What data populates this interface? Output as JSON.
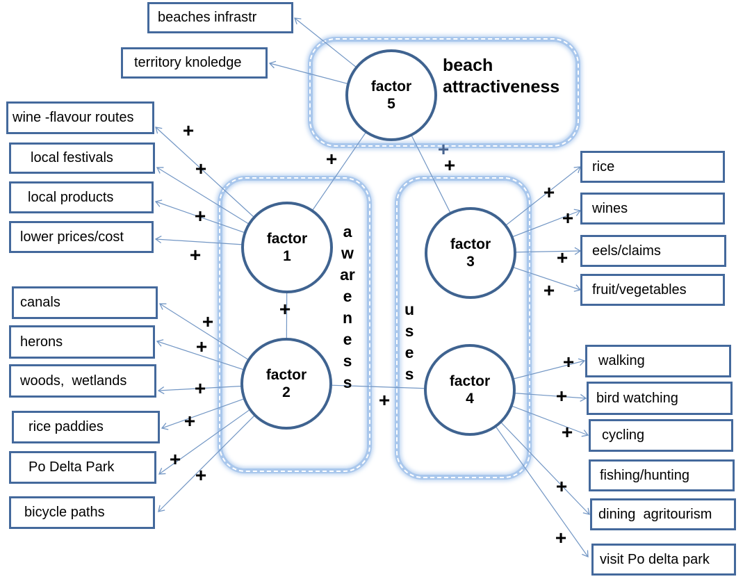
{
  "groups": {
    "top": "beach attractiveness",
    "left": "awareness",
    "right": "uses"
  },
  "factors": {
    "f1": {
      "name": "factor",
      "number": "1"
    },
    "f2": {
      "name": "factor",
      "number": "2"
    },
    "f3": {
      "name": "factor",
      "number": "3"
    },
    "f4": {
      "name": "factor",
      "number": "4"
    },
    "f5": {
      "name": "factor",
      "number": "5"
    }
  },
  "boxes": {
    "factor5": [
      "beaches infrastr",
      "territory knoledge"
    ],
    "factor1": [
      "wine -flavour routes",
      "local festivals",
      "local products",
      "lower prices/cost"
    ],
    "factor2": [
      "canals",
      "herons",
      "woods,  wetlands",
      "rice paddies",
      "Po Delta Park",
      "bicycle paths"
    ],
    "factor3": [
      "rice",
      "wines",
      "eels/claims",
      "fruit/vegetables"
    ],
    "factor4": [
      "walking",
      "bird watching",
      "cycling",
      "fishing/hunting",
      "dining  agritourism",
      "visit Po delta park"
    ]
  },
  "plus": "+",
  "colors": {
    "box_border": "#44699c",
    "circle_border": "#3f6390",
    "connector": "#7296c4",
    "group_border": "#a9c7ec",
    "plus_black": "#000000",
    "plus_blue": "#46628e",
    "text": "#000000",
    "background": "#ffffff"
  }
}
